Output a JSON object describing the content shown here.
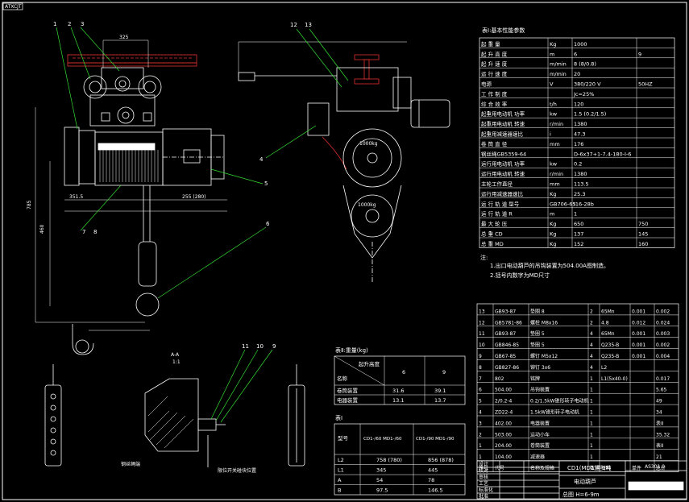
{
  "title_tab": "ATXCJT",
  "main_views": {
    "front_callouts": [
      "1",
      "2",
      "3",
      "7",
      "8",
      "5",
      "6"
    ],
    "side_callouts": [
      "12",
      "13",
      "4"
    ],
    "dim_labels": [
      "325",
      "351.5",
      "255 (280)",
      "460",
      "785"
    ],
    "load_label_top": "1000kg",
    "load_label_bottom": "1000kg"
  },
  "table1": {
    "title": "表Ⅰ:基本性能参数",
    "rows": [
      [
        "起 重 量",
        "Kg",
        "1000",
        ""
      ],
      [
        "起 升 高 度",
        "m",
        "6",
        "9"
      ],
      [
        "起 升 速 度",
        "m/min",
        "8 (8/0.8)",
        ""
      ],
      [
        "运 行 速 度",
        "m/min",
        "20",
        ""
      ],
      [
        "电源",
        "V",
        "380/220 V",
        "50HZ"
      ],
      [
        "工 作 制 度",
        "",
        "Jc=25%",
        ""
      ],
      [
        "综 合 效 率",
        "t/h",
        "120",
        ""
      ],
      [
        "起重用电动机 功率",
        "kw",
        "1.5 (0.2/1.5)",
        ""
      ],
      [
        "起重用电动机 转速",
        "r/min",
        "1380",
        ""
      ],
      [
        "起重用减速器速比",
        "i",
        "47.3",
        ""
      ],
      [
        "卷 筒 直 径",
        "mm",
        "176",
        ""
      ],
      [
        "钢丝绳GB5359-64",
        "",
        "D-6x37+1-7.4-180-I-6",
        ""
      ],
      [
        "运行用电动机 功率",
        "kw",
        "0.2",
        ""
      ],
      [
        "运行用电动机 转速",
        "r/min",
        "1380",
        ""
      ],
      [
        "主轮工作直径",
        "mm",
        "113.5",
        ""
      ],
      [
        "运行用减速器速比",
        "Kg",
        "25.3",
        ""
      ],
      [
        "运 行 轨 道 型号",
        "GB706-65",
        "I16-28b",
        ""
      ],
      [
        "运 行 轨 道 R",
        "m",
        "1",
        ""
      ],
      [
        "最 大 轮 压",
        "Kg",
        "650",
        "750"
      ],
      [
        "总 重 CD",
        "Kg",
        "137",
        "145"
      ],
      [
        "总 重 MD",
        "Kg",
        "152",
        "160"
      ]
    ]
  },
  "notes": {
    "heading": "注:",
    "lines": [
      "1.出口电动葫芦的吊钩装置为504.00A图制造。",
      "2.括号内数字为MD尺寸"
    ]
  },
  "table2": {
    "title": "表Ⅱ:重量(kg)",
    "header": [
      "名称",
      "起升高度",
      "6",
      "9"
    ],
    "rows": [
      [
        "卷筒装置",
        "31.6",
        "39.1"
      ],
      [
        "电器装置",
        "13.1",
        "13.7"
      ]
    ]
  },
  "table3": {
    "title": "表Ⅰ",
    "header": [
      "型号",
      "CD1-/60 MD1-/60",
      "CD1-/90 MD1-/90"
    ],
    "rows": [
      [
        "L2",
        "758 (780)",
        "856 (878)"
      ],
      [
        "L1",
        "345",
        "445"
      ],
      [
        "A",
        "54",
        "78"
      ],
      [
        "B",
        "97.5",
        "146.5"
      ]
    ]
  },
  "section": {
    "label": "A-A",
    "scale": "1:1",
    "callouts": [
      "11",
      "10",
      "9"
    ],
    "bottom_left": "钢丝绳端",
    "bottom_right": "限位开关碰块位置"
  },
  "parts_list": {
    "rows": [
      [
        "13",
        "GB93-87",
        "垫圈 8",
        "2",
        "65Mn",
        "0.001",
        "0.002"
      ],
      [
        "12",
        "GB5781-86",
        "螺栓 M8x16",
        "2",
        "4.8",
        "0.012",
        "0.024"
      ],
      [
        "11",
        "GB93-87",
        "垫圈 5",
        "4",
        "65Mn",
        "0.001",
        "0.003"
      ],
      [
        "10",
        "GB846-85",
        "垫圈 5",
        "4",
        "Q235-B",
        "0.001",
        "0.002"
      ],
      [
        "9",
        "GB67-85",
        "螺钉 M5x12",
        "4",
        "Q235-B",
        "0.001",
        "0.004"
      ],
      [
        "8",
        "GB827-86",
        "铆钉 3x6",
        "4",
        "L2",
        "",
        ""
      ],
      [
        "7",
        "802",
        "铭牌",
        "1",
        "L1(5x40-0)",
        "",
        "0.017"
      ],
      [
        "6",
        "504.00",
        "吊钩装置",
        "1",
        "",
        "",
        "5.65"
      ],
      [
        "5",
        "2/0.2-4",
        "0.2/1.5kW锥形转子电动机",
        "1",
        "",
        "",
        "49"
      ],
      [
        "4",
        "ZD22-4",
        "1.5kW锥形转子电动机",
        "1",
        "",
        "",
        "34"
      ],
      [
        "3",
        "402.00",
        "电器装置",
        "1",
        "",
        "",
        "表II"
      ],
      [
        "2",
        "503.00",
        "运动小车",
        "1",
        "",
        "",
        "35.32"
      ],
      [
        "1",
        "204.00",
        "卷筒装置",
        "1",
        "",
        "",
        "表II"
      ],
      [
        "1",
        "104.00",
        "减速器",
        "1",
        "",
        "",
        "21"
      ]
    ],
    "header": [
      "序号",
      "代号",
      "名称及规格",
      "数量",
      "材料",
      "单件",
      "总计"
    ]
  },
  "title_block": {
    "drawing_title": "CD1(MD1)型1吨",
    "drawing_subtitle": "电动葫芦",
    "total_height": "总图 H=6-9m",
    "code": "AS301.0",
    "sign_labels": [
      "设计",
      "校对",
      "审核",
      "工艺",
      "标准化",
      "批准"
    ]
  },
  "colors": {
    "background": "#000000",
    "lines": "#ffffff",
    "hatch_red": "#e03030",
    "leader_green": "#33dd33",
    "dim_line": "#ffffff"
  }
}
